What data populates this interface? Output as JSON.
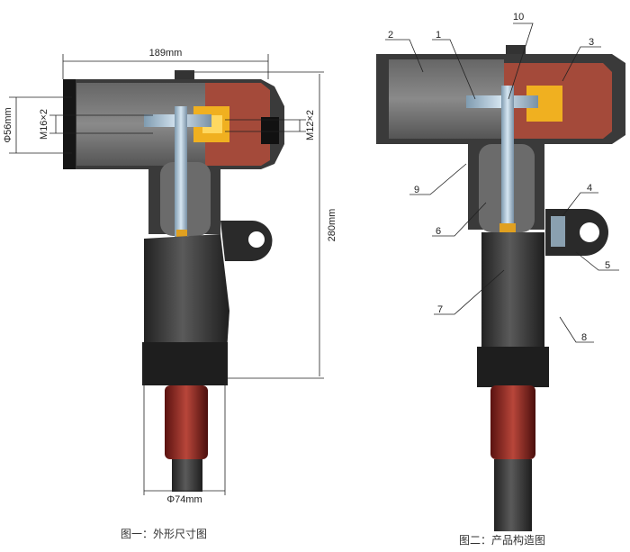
{
  "figure1": {
    "caption": "图一：外形尺寸图",
    "dimensions": {
      "width": "189mm",
      "height": "280mm",
      "head_diameter": "Φ56mm",
      "thread_left": "M16×2",
      "thread_right": "M12×2",
      "boot_diameter": "Φ74mm"
    }
  },
  "figure2": {
    "caption": "图二：产品构造图",
    "part_labels": [
      "1",
      "2",
      "3",
      "4",
      "5",
      "6",
      "7",
      "8",
      "9",
      "10"
    ]
  },
  "colors": {
    "body": "#555555",
    "cap": "#1c1c1c",
    "insert": "#a44a3a",
    "brass": "#f0b020",
    "sleeve": "#8a1e18",
    "stud": "#a9c4d8"
  }
}
